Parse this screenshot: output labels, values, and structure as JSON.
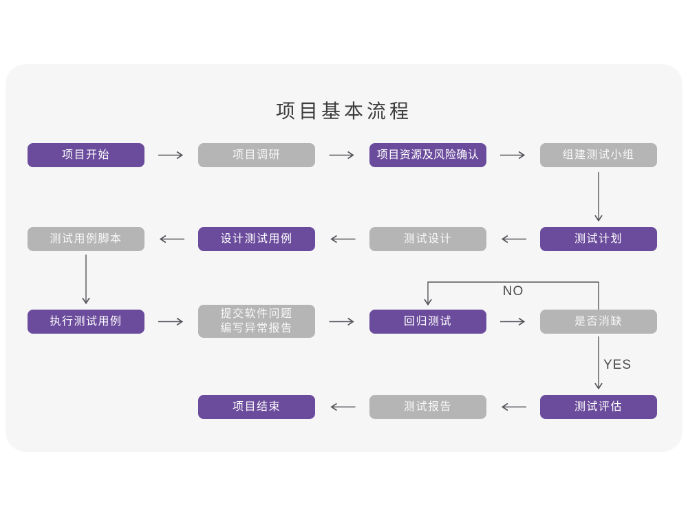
{
  "title": "项目基本流程",
  "colors": {
    "purple_node": "#6b4c9c",
    "gray_node": "#b5b5b6",
    "card_background": "#f6f6f7",
    "arrow": "#55565a"
  },
  "nodes": {
    "project_start": {
      "label": "项目开始"
    },
    "project_research": {
      "label": "项目调研"
    },
    "project_risk": {
      "label": "项目资源及风险确认"
    },
    "build_team": {
      "label": "组建测试小组"
    },
    "case_script": {
      "label": "测试用例脚本"
    },
    "design_cases": {
      "label": "设计测试用例"
    },
    "test_design": {
      "label": "测试设计"
    },
    "test_plan": {
      "label": "测试计划"
    },
    "execute_cases": {
      "label": "执行测试用例"
    },
    "submit_issues": {
      "line1": "提交软件问题",
      "line2": "编写异常报告"
    },
    "regression_test": {
      "label": "回归测试"
    },
    "defect_cleared": {
      "label": "是否消缺"
    },
    "project_end": {
      "label": "项目结束"
    },
    "test_report": {
      "label": "测试报告"
    },
    "test_evaluate": {
      "label": "测试评估"
    }
  },
  "edge_labels": {
    "no": "NO",
    "yes": "YES"
  }
}
